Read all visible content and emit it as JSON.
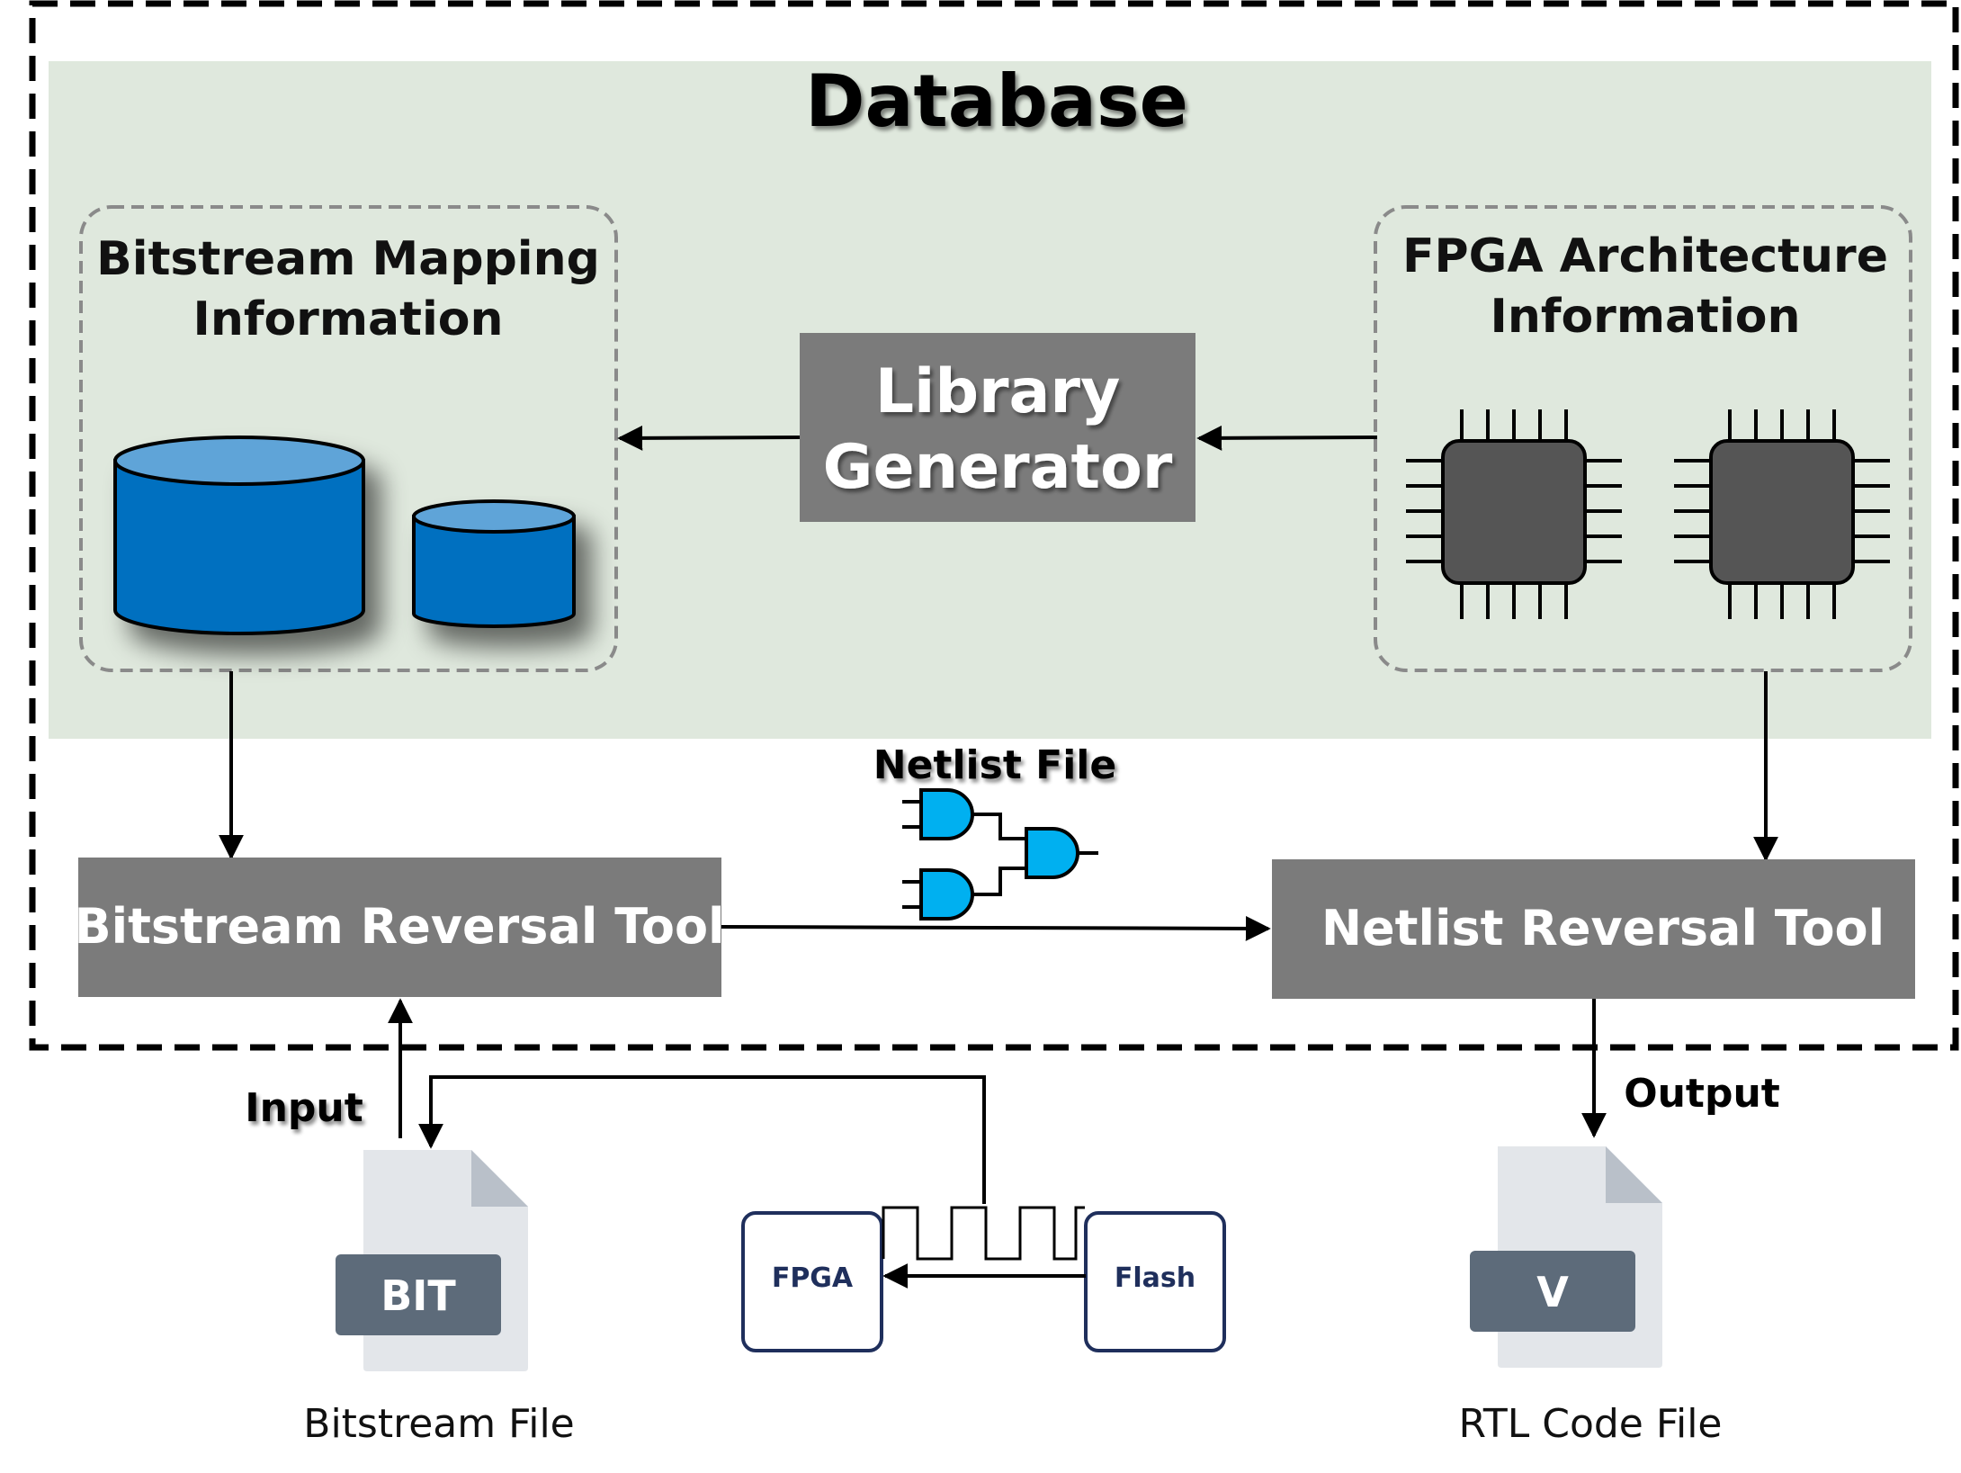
{
  "database_title": "Database",
  "bitstream_mapping": {
    "line1": "Bitstream Mapping",
    "line2": "Information"
  },
  "fpga_architecture": {
    "line1": "FPGA Architecture",
    "line2": "Information"
  },
  "library_generator": {
    "line1": "Library",
    "line2": "Generator"
  },
  "netlist_file_label": "Netlist File",
  "bitstream_reversal_tool": "Bitstream Reversal Tool",
  "netlist_reversal_tool": "Netlist Reversal Tool",
  "input_label": "Input",
  "output_label": "Output",
  "bit_badge": "BIT",
  "v_badge": "V",
  "bitstream_file_caption": "Bitstream File",
  "rtl_file_caption": "RTL Code File",
  "fpga_box": "FPGA",
  "flash_box": "Flash",
  "colors": {
    "database_bg": "#dfe8dd",
    "tool_box": "#7b7b7b",
    "db_cylinder": "#0070c0",
    "db_cylinder_top": "#5ea4d8",
    "chip_body": "#555555",
    "gate_fill": "#00b0f0",
    "file_badge": "#5d6b7a",
    "device_border": "#1f2f5c"
  }
}
